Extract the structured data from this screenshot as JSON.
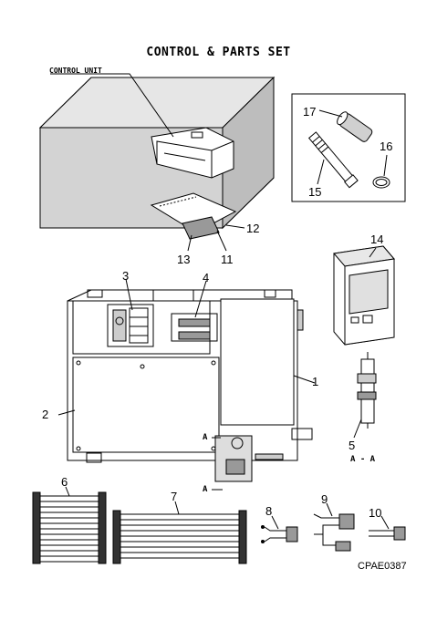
{
  "title": "CONTROL & PARTS SET",
  "control_unit_label": "CONTROL UNIT",
  "section_label": "A - A",
  "section_marker": "A",
  "drawing_code": "CPAE0387",
  "parts": [
    {
      "number": "1"
    },
    {
      "number": "2"
    },
    {
      "number": "3"
    },
    {
      "number": "4"
    },
    {
      "number": "5"
    },
    {
      "number": "6"
    },
    {
      "number": "7"
    },
    {
      "number": "8"
    },
    {
      "number": "9"
    },
    {
      "number": "10"
    },
    {
      "number": "11"
    },
    {
      "number": "12"
    },
    {
      "number": "13"
    },
    {
      "number": "14"
    },
    {
      "number": "15"
    },
    {
      "number": "16"
    },
    {
      "number": "17"
    }
  ]
}
